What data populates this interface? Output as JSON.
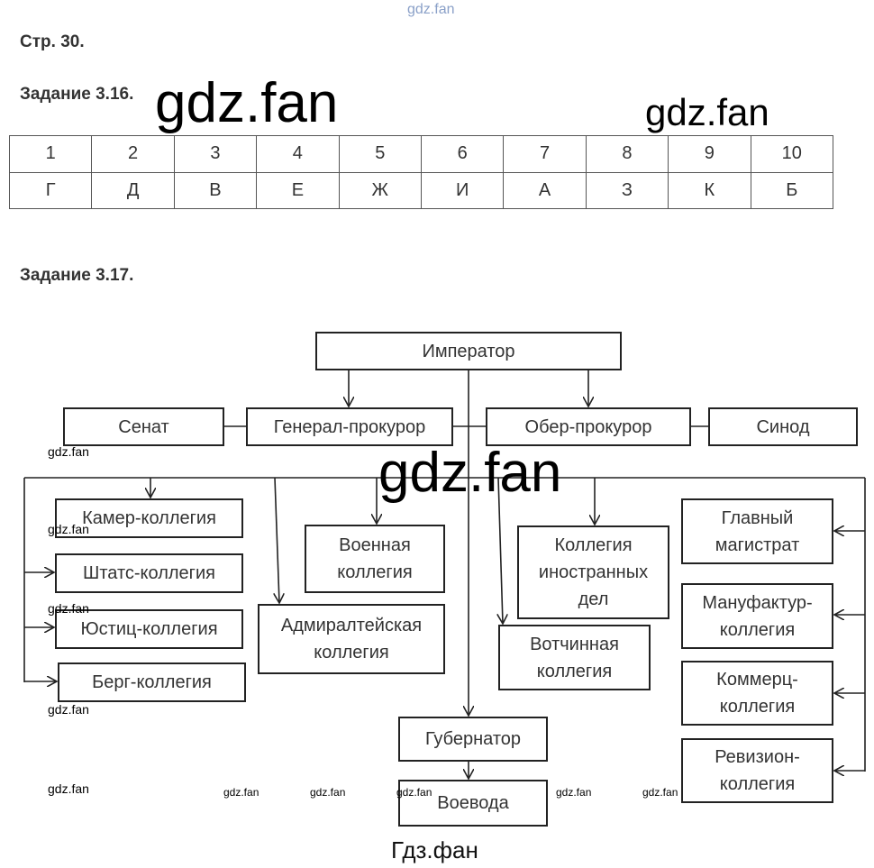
{
  "page": "Стр. 30.",
  "task1": {
    "title": "Задание 3.16.",
    "header": [
      "1",
      "2",
      "3",
      "4",
      "5",
      "6",
      "7",
      "8",
      "9",
      "10"
    ],
    "answers": [
      "Г",
      "Д",
      "В",
      "Е",
      "Ж",
      "И",
      "А",
      "З",
      "К",
      "Б"
    ]
  },
  "task2": {
    "title": "Задание 3.17.",
    "boxes": {
      "emperor": "Император",
      "senate": "Сенат",
      "gen_prok": "Генерал-прокурор",
      "ober_prok": "Обер-прокурор",
      "synod": "Синод",
      "kamer": "Камер-коллегия",
      "shtats": "Штатс-коллегия",
      "justic": "Юстиц-коллегия",
      "berg": "Берг-коллегия",
      "voennaya": "Военная коллегия",
      "admiral": "Адмиралтейская коллегия",
      "inostr": "Коллегия иностранных дел",
      "votchin": "Вотчинная коллегия",
      "magistrat": "Главный магистрат",
      "manuf": "Мануфактур-коллегия",
      "kommerc": "Коммерц-коллегия",
      "reviz": "Ревизион-коллегия",
      "gubernator": "Губернатор",
      "voevoda": "Воевода"
    }
  },
  "watermarks": {
    "top": "gdz.fan",
    "big1": "gdz.fan",
    "big2": "gdz.fan",
    "big3": "gdz.fan",
    "small": "gdz.fan",
    "footer": "Гдз.фан"
  }
}
